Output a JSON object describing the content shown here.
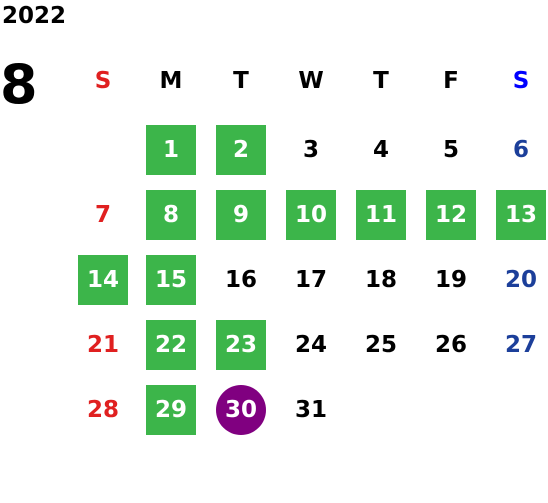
{
  "calendar": {
    "year": "2022",
    "month": "8",
    "weekdays": [
      "S",
      "M",
      "T",
      "W",
      "T",
      "F",
      "S"
    ],
    "colors": {
      "highlight": "#3cb54a",
      "today": "#800080",
      "sunday": "#e02020",
      "saturday": "#1c3f9a",
      "weekday": "#000000"
    },
    "weeks": [
      [
        null,
        "1",
        "2",
        "3",
        "4",
        "5",
        "6"
      ],
      [
        "7",
        "8",
        "9",
        "10",
        "11",
        "12",
        "13"
      ],
      [
        "14",
        "15",
        "16",
        "17",
        "18",
        "19",
        "20"
      ],
      [
        "21",
        "22",
        "23",
        "24",
        "25",
        "26",
        "27"
      ],
      [
        "28",
        "29",
        "30",
        "31",
        null,
        null,
        null
      ]
    ],
    "highlighted_days": [
      "1",
      "2",
      "8",
      "9",
      "10",
      "11",
      "12",
      "13",
      "14",
      "15",
      "22",
      "23",
      "29"
    ],
    "today": "30"
  }
}
